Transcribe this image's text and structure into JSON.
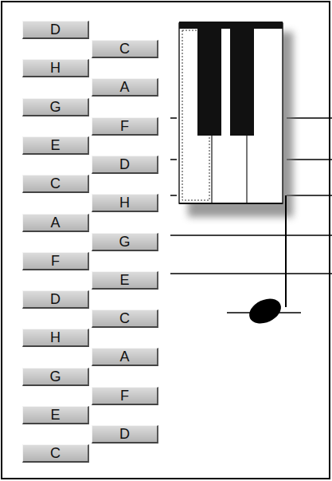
{
  "diagram": {
    "nodes": [
      {
        "text": [
          "D"
        ]
      },
      {
        "text": [
          "C"
        ]
      },
      {
        "text": [
          "H"
        ]
      },
      {
        "text": [
          "A"
        ]
      },
      {
        "text": [
          "G"
        ]
      },
      {
        "text": [
          "F"
        ]
      },
      {
        "text": [
          "E"
        ]
      },
      {
        "text": [
          "D"
        ]
      },
      {
        "text": [
          "C"
        ]
      },
      {
        "text": [
          "H"
        ]
      },
      {
        "text": [
          "A"
        ]
      },
      {
        "text": [
          "G"
        ]
      },
      {
        "text": [
          "F"
        ]
      },
      {
        "text": [
          "E"
        ]
      },
      {
        "text": [
          "D"
        ]
      },
      {
        "text": [
          "C"
        ]
      },
      {
        "text": [
          "H"
        ]
      },
      {
        "text": [
          "A"
        ]
      },
      {
        "text": [
          "G"
        ]
      },
      {
        "text": [
          "F"
        ]
      },
      {
        "text": [
          "E"
        ]
      },
      {
        "text": [
          "D"
        ]
      },
      {
        "text": [
          "C"
        ]
      }
    ]
  }
}
